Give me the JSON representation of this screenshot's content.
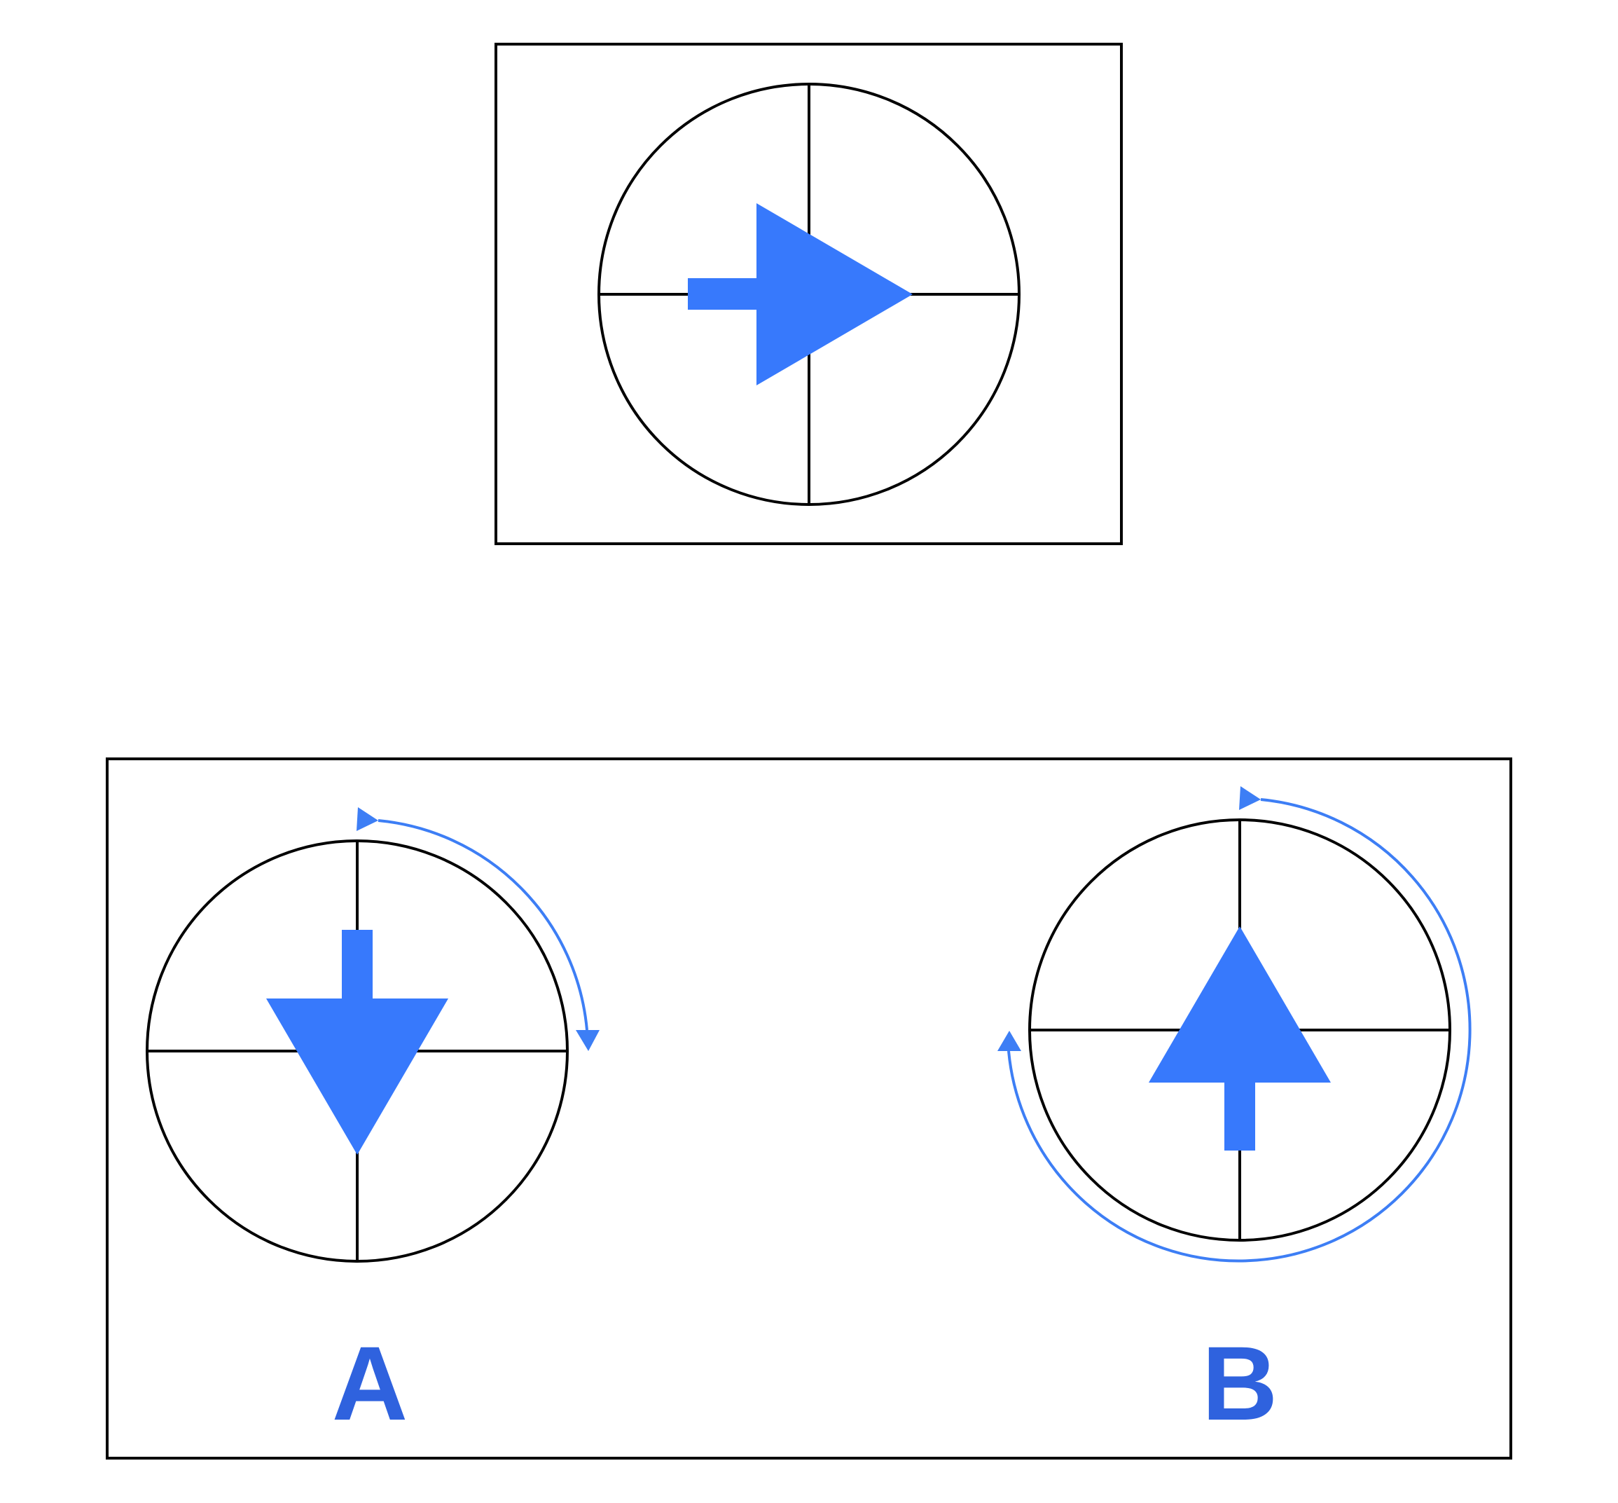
{
  "colors": {
    "arrow": "#3779FC",
    "rotation_arc": "#3D7EF5",
    "label": "#2F62DE",
    "line": "#000000",
    "background": "#FFFFFF"
  },
  "question": {
    "dial_arrow_direction": "right"
  },
  "options": [
    {
      "label": "A",
      "arrow_direction": "down",
      "rotation": "clockwise",
      "rotation_degrees": 90
    },
    {
      "label": "B",
      "arrow_direction": "up",
      "rotation": "clockwise",
      "rotation_degrees": 270
    }
  ]
}
